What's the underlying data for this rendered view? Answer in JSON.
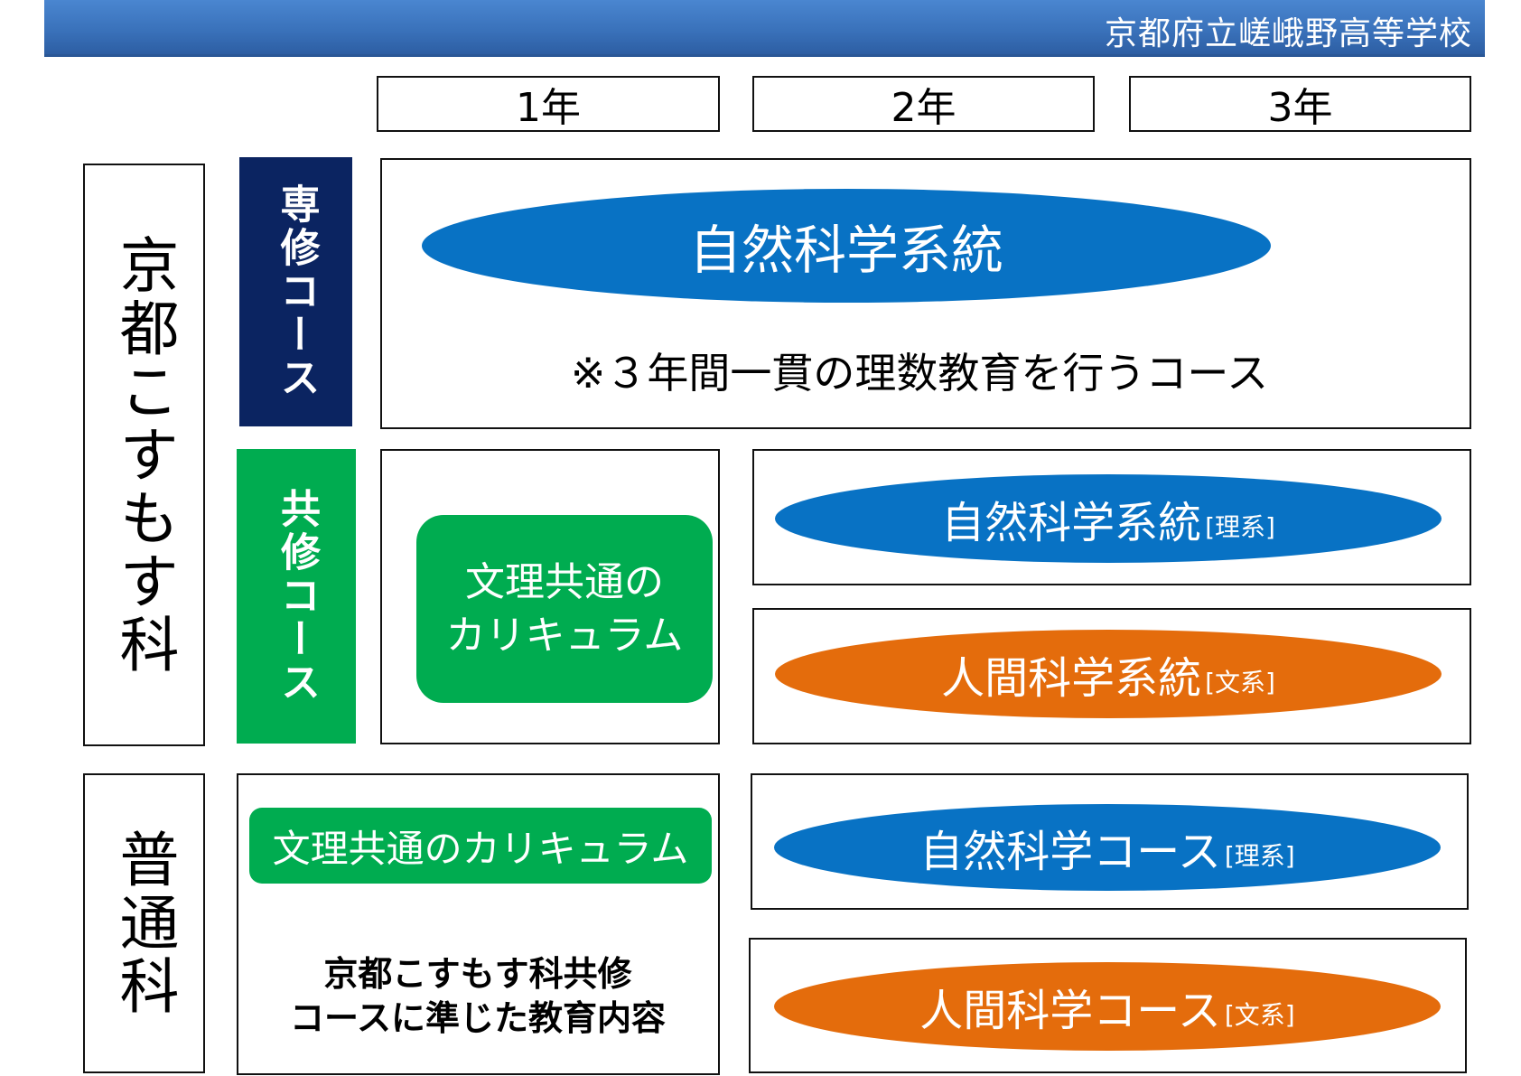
{
  "header": {
    "title": "京都府立嵯峨野高等学校",
    "bar_color": "#3a72bb"
  },
  "years": [
    {
      "label": "1年"
    },
    {
      "label": "2年"
    },
    {
      "label": "3年"
    }
  ],
  "departments": [
    {
      "name": "京都こすもす科",
      "courses": [
        {
          "name": "専修コース",
          "color": "#0b2461",
          "tracks": [
            {
              "label": "自然科学系統",
              "tag": "",
              "color": "#0872c4",
              "span": "1年-3年"
            }
          ],
          "note": "※３年間一貫の理数教育を行うコース"
        },
        {
          "name": "共修コース",
          "color": "#00ac50",
          "first_year": {
            "line1": "文理共通の",
            "line2": "カリキュラム",
            "color": "#00ac50"
          },
          "tracks": [
            {
              "label": "自然科学系統",
              "tag": "[理系]",
              "color": "#0872c4",
              "span": "2年-3年"
            },
            {
              "label": "人間科学系統",
              "tag": "[文系]",
              "color": "#e46c0c",
              "span": "2年-3年"
            }
          ]
        }
      ]
    },
    {
      "name": "普通科",
      "first_year": {
        "banner": "文理共通のカリキュラム",
        "note_line1": "京都こすもす科共修",
        "note_line2": "コースに準じた教育内容"
      },
      "tracks": [
        {
          "label": "自然科学コース",
          "tag": "[理系]",
          "color": "#0872c4",
          "span": "2年-3年"
        },
        {
          "label": "人間科学コース",
          "tag": "[文系]",
          "color": "#e46c0c",
          "span": "2年-3年"
        }
      ]
    }
  ]
}
